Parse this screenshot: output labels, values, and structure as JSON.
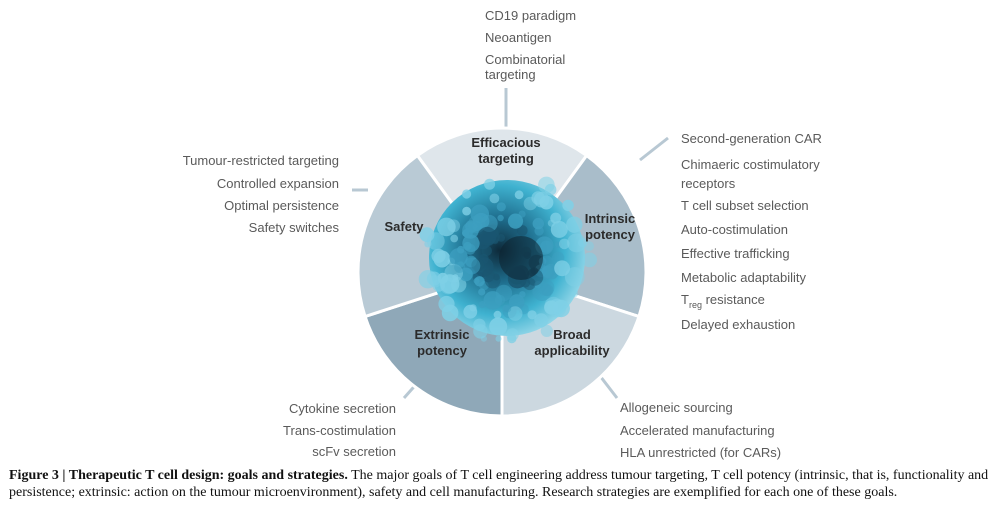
{
  "segments": {
    "efficacious_targeting": "Efficacious\ntargeting",
    "intrinsic_potency": "Intrinsic\npotency",
    "broad_applicability": "Broad\napplicability",
    "extrinsic_potency": "Extrinsic\npotency",
    "safety": "Safety"
  },
  "strategies": {
    "efficacious_targeting": [
      "CD19 paradigm",
      "Neoantigen",
      "Combinatorial\ntargeting"
    ],
    "intrinsic_potency": [
      "Second-generation CAR",
      "Chimaeric costimulatory\nreceptors",
      "T cell subset selection",
      "Auto-costimulation",
      "Effective trafficking",
      "Metabolic adaptability"
    ],
    "treg_resistance": {
      "prefix": "T",
      "subscript": "reg",
      "suffix": " resistance"
    },
    "delayed_exhaustion": "Delayed exhaustion",
    "broad_applicability": [
      "Allogeneic sourcing",
      "Accelerated manufacturing",
      "HLA unrestricted (for CARs)"
    ],
    "extrinsic_potency": [
      "Cytokine secretion",
      "Trans-costimulation",
      "scFv secretion"
    ],
    "safety": [
      "Tumour-restricted targeting",
      "Controlled expansion",
      "Optimal persistence",
      "Safety switches"
    ]
  },
  "colors": {
    "efficacious_targeting": "#dfe6eb",
    "intrinsic_potency": "#a9bdca",
    "broad_applicability": "#ccd8e0",
    "extrinsic_potency": "#8fa8b8",
    "safety": "#b9cad5",
    "divider": "#ffffff",
    "leader": "#b8c8d3",
    "cell": "#3aa9c9"
  },
  "caption": {
    "title": "Figure 3 | Therapeutic T cell design: goals and strategies.",
    "body": " The major goals of T cell engineering address tumour targeting, T cell potency (intrinsic, that is, functionality and persistence; extrinsic: action on the tumour microenvironment), safety and cell manufacturing. Research strategies are exemplified for each one of these goals."
  }
}
